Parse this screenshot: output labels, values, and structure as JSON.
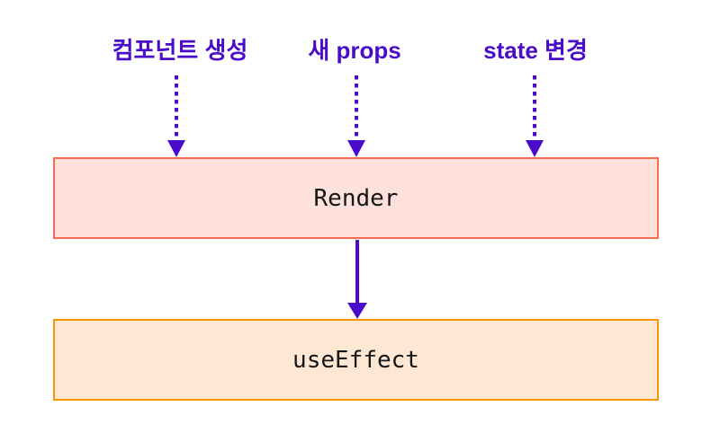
{
  "diagram": {
    "title": "react-render-useeffect-flow",
    "triggers": [
      {
        "label": "컴포넌트 생성"
      },
      {
        "label": "새 props"
      },
      {
        "label": "state 변경"
      }
    ],
    "render_box": {
      "label": "Render"
    },
    "effect_box": {
      "label": "useEffect"
    }
  },
  "colors": {
    "accent": "#4A0CC9",
    "render-border": "#FA6B51",
    "render-fill": "#FDE1DA",
    "effect-border": "#F99500",
    "effect-fill": "#FEE8D4",
    "box-text": "#161616",
    "background": "#FFFFFF"
  }
}
